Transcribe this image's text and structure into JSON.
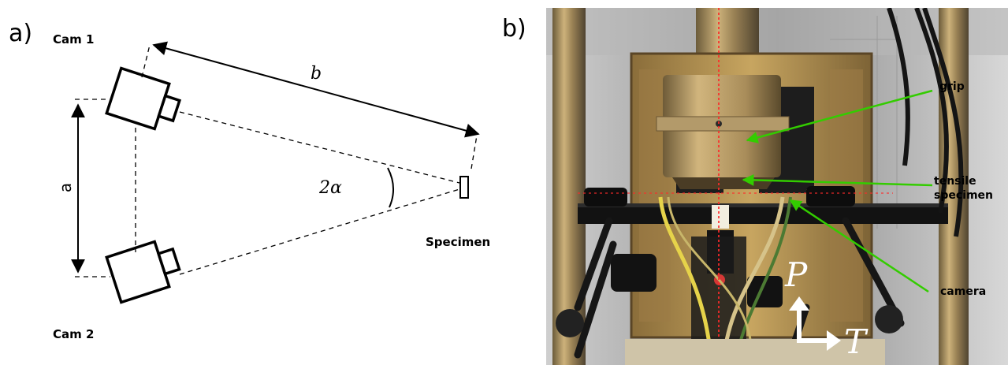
{
  "panel_a": {
    "label": "a)",
    "cam1_label": "Cam 1",
    "cam2_label": "Cam 2",
    "specimen_label": "Specimen",
    "dim_a": "a",
    "dim_b": "b",
    "angle_label": "2α"
  },
  "panel_b": {
    "label": "b)",
    "annotations": {
      "grip": "grip",
      "tensile_line1": "tensile",
      "tensile_line2": "specimen",
      "camera": "camera"
    },
    "axis_p": "P",
    "axis_t": "T",
    "annotation_color": "#33cc00",
    "frame_color": "#b89548",
    "laser_color": "#ff2a2a"
  }
}
